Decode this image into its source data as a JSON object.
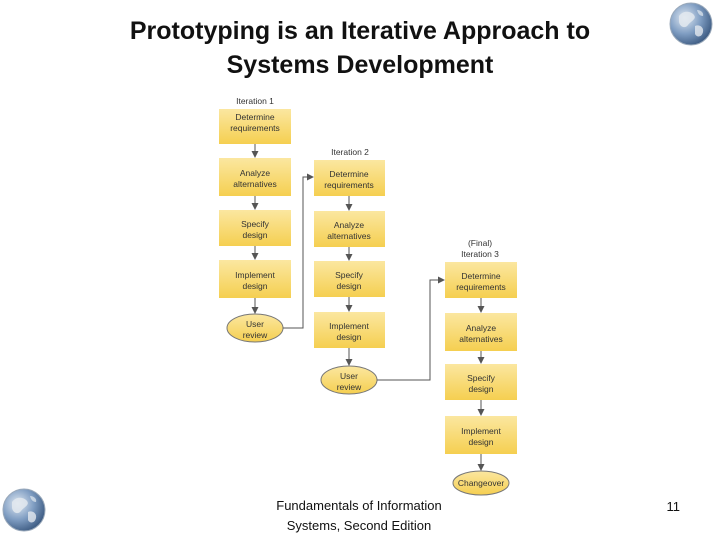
{
  "slide": {
    "title_line1": "Prototyping is an Iterative Approach to",
    "title_line2": "Systems Development",
    "footer_line1": "Fundamentals of Information",
    "footer_line2": "Systems, Second Edition",
    "page_number": "11"
  },
  "colors": {
    "box_fill": "#f7d35c",
    "box_highlight": "#fbe7a0",
    "arrow": "#555555",
    "globe_ocean": "#6e8fb6",
    "globe_land": "#c8d3df"
  },
  "diagram": {
    "iteration_1": {
      "label": "Iteration 1",
      "steps": [
        "Determine requirements",
        "Analyze alternatives",
        "Specify design",
        "Implement design"
      ],
      "review": "User review"
    },
    "iteration_2": {
      "label": "Iteration 2",
      "steps": [
        "Determine requirements",
        "Analyze alternatives",
        "Specify design",
        "Implement design"
      ],
      "review": "User review"
    },
    "iteration_3": {
      "label_line1": "(Final)",
      "label_line2": "Iteration 3",
      "steps": [
        "Determine requirements",
        "Analyze alternatives",
        "Specify design",
        "Implement design"
      ],
      "final": "Changeover"
    }
  },
  "icons": [
    "globe-icon-top-right",
    "globe-icon-bottom-left"
  ]
}
